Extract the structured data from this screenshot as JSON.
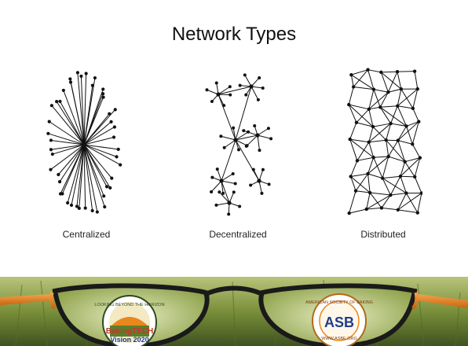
{
  "slide": {
    "title": "Network Types"
  },
  "diagrams": [
    {
      "id": "centralized",
      "caption": "Centralized"
    },
    {
      "id": "decentralized",
      "caption": "Decentralized"
    },
    {
      "id": "distributed",
      "caption": "Distributed"
    }
  ],
  "banner": {
    "left_logo_lines": [
      "LOOKING BEYOND THE HORIZON",
      "BakingTECH",
      "Vision 2020"
    ],
    "right_logo_lines": [
      "AMERICAN SOCIETY OF BAKING",
      "ASB",
      "WWW.ASBE.ORG"
    ]
  },
  "colors": {
    "background": "#ffffff",
    "ink": "#111111",
    "frame_orange": "#e8871e",
    "field_green": "#7a8f3a"
  }
}
